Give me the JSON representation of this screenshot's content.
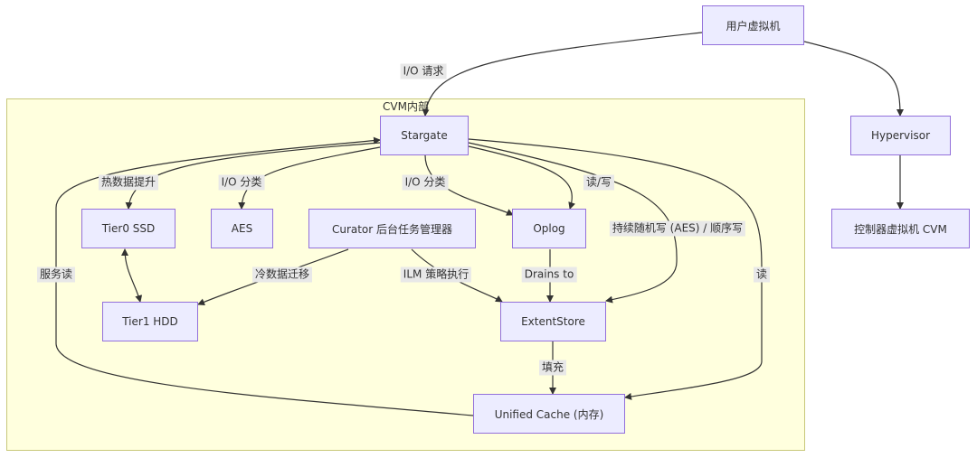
{
  "cluster": {
    "title": "CVM内部"
  },
  "nodes": {
    "uvm": "用户虚拟机",
    "hypervisor": "Hypervisor",
    "cvm": "控制器虚拟机 CVM",
    "stargate": "Stargate",
    "tier0": "Tier0 SSD",
    "aes": "AES",
    "curator": "Curator 后台任务管理器",
    "oplog": "Oplog",
    "tier1": "Tier1 HDD",
    "extent": "ExtentStore",
    "ucache": "Unified Cache (内存)"
  },
  "edges": {
    "io_request": "I/O 请求",
    "hot_promote": "热数据提升",
    "io_classify_aes": "I/O 分类",
    "io_classify_oplog": "I/O 分类",
    "read_write": "读/写",
    "sustained_write": "持续随机写 (AES) / 顺序写",
    "serve_read": "服务读",
    "read": "读",
    "cold_migrate": "冷数据迁移",
    "ilm_exec": "ILM 策略执行",
    "drains_to": "Drains to",
    "fill": "填充"
  }
}
